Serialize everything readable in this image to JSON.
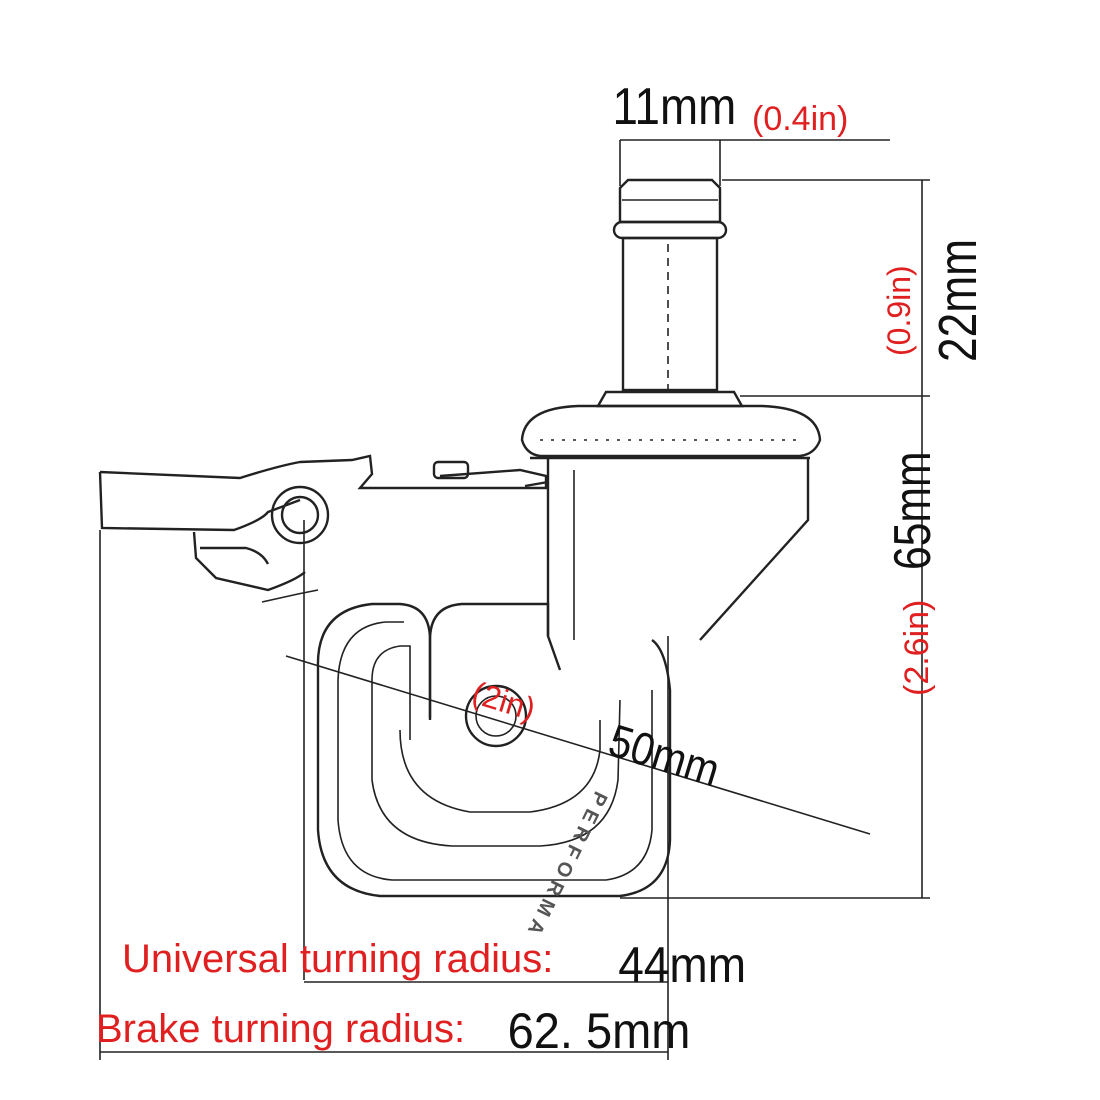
{
  "colors": {
    "drawing": "#222222",
    "dimension_black": "#111111",
    "annotation_red": "#e02020",
    "background": "#ffffff"
  },
  "stem_width": {
    "metric": "11mm",
    "imperial": "(0.4in)"
  },
  "stem_height": {
    "metric": "22mm",
    "imperial": "(0.9in)"
  },
  "total_height": {
    "metric": "65mm",
    "imperial": "(2.6in)"
  },
  "wheel_diameter": {
    "metric": "50mm",
    "imperial": "(2in)"
  },
  "universal_turning_radius": {
    "label": "Universal turning radius:",
    "value": "44mm"
  },
  "brake_turning_radius": {
    "label": "Brake turning radius:",
    "value": "62. 5mm"
  },
  "wheel_print": {
    "text": "PERFORMA"
  }
}
